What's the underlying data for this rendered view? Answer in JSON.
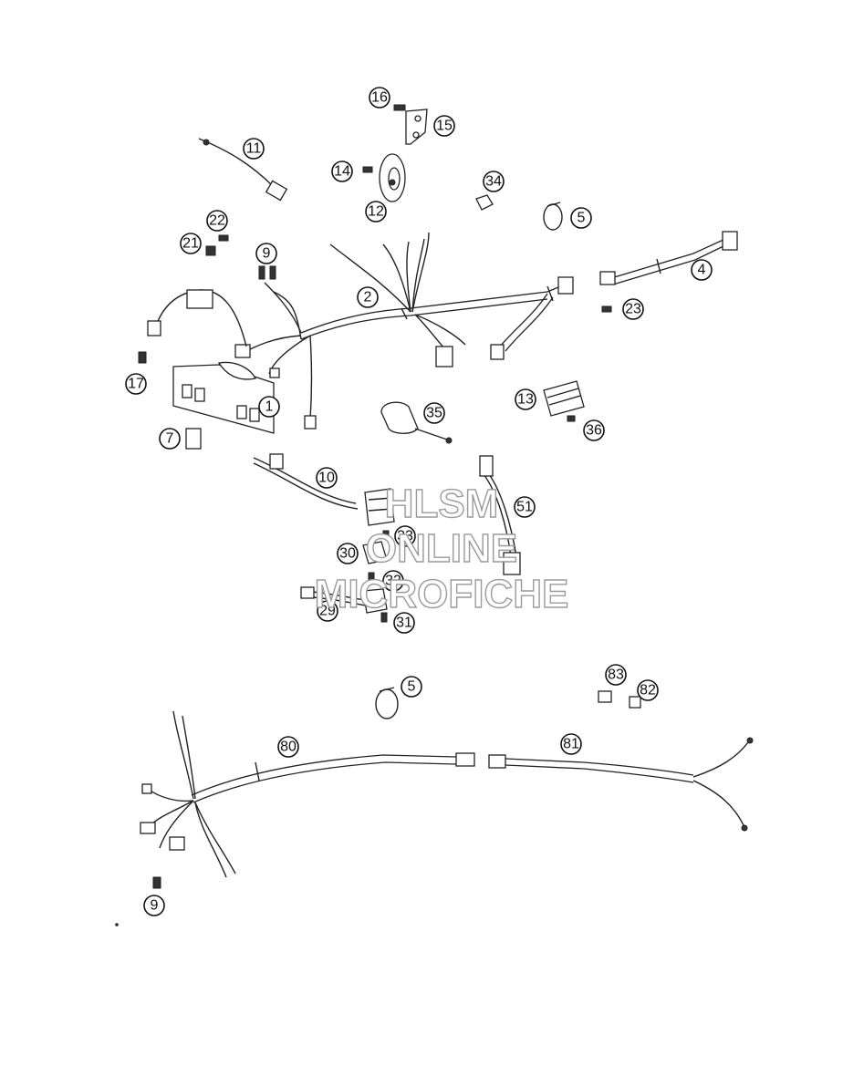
{
  "callouts": [
    {
      "label": "16"
    },
    {
      "label": "15"
    },
    {
      "label": "11"
    },
    {
      "label": "14"
    },
    {
      "label": "12"
    },
    {
      "label": "34"
    },
    {
      "label": "5"
    },
    {
      "label": "22"
    },
    {
      "label": "21"
    },
    {
      "label": "9"
    },
    {
      "label": "4"
    },
    {
      "label": "2"
    },
    {
      "label": "23"
    },
    {
      "label": "17"
    },
    {
      "label": "1"
    },
    {
      "label": "13"
    },
    {
      "label": "35"
    },
    {
      "label": "36"
    },
    {
      "label": "7"
    },
    {
      "label": "10"
    },
    {
      "label": "51"
    },
    {
      "label": "33"
    },
    {
      "label": "30"
    },
    {
      "label": "32"
    },
    {
      "label": "29"
    },
    {
      "label": "31"
    },
    {
      "label": "83"
    },
    {
      "label": "5"
    },
    {
      "label": "82"
    },
    {
      "label": "80"
    },
    {
      "label": "81"
    },
    {
      "label": "9"
    }
  ],
  "watermark": {
    "line1": "HLSM",
    "line2": "ONLINE",
    "line3": "MICROFICHE"
  }
}
